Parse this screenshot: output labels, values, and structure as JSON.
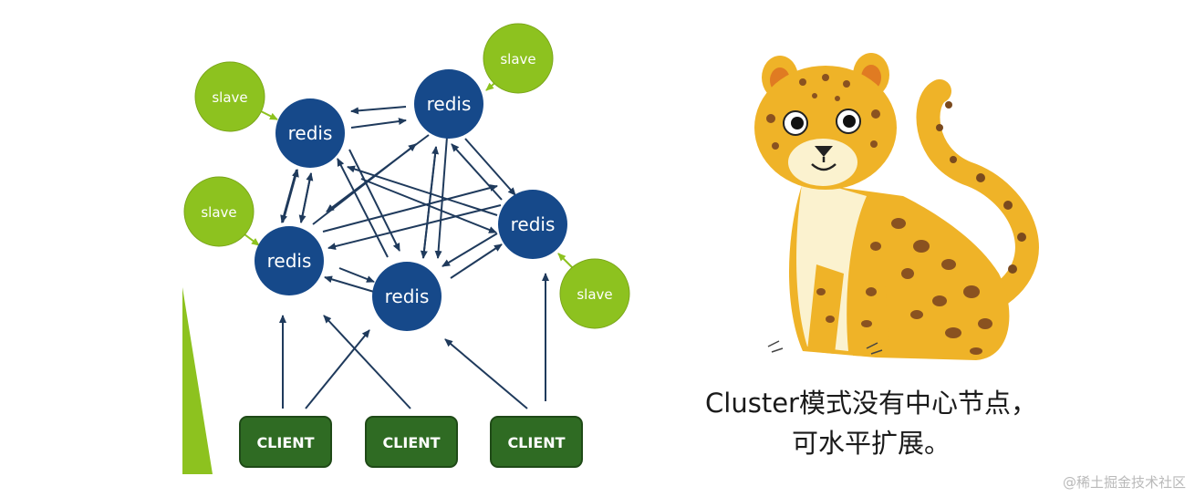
{
  "diagram": {
    "redis_label": "redis",
    "slave_label": "slave",
    "client_label": "CLIENT",
    "colors": {
      "redis_fill": "#16498a",
      "slave_fill": "#8dc21f",
      "client_fill": "#2f6b23",
      "arrow": "#1f3a5c",
      "accent": "#8dc21f"
    }
  },
  "illustration": {
    "name": "cheetah-cub"
  },
  "caption": {
    "line1": "Cluster模式没有中心节点，",
    "line2": "可水平扩展。"
  },
  "watermark": "@稀土掘金技术社区"
}
